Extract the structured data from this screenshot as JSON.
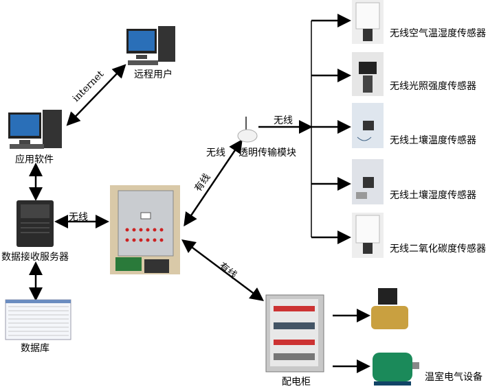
{
  "nodes": {
    "remote_user": "远程用户",
    "app_software": "应用软件",
    "data_server": "数据接收服务器",
    "database": "数据库",
    "wireless_module_prefix": "无线",
    "wireless_module": "透明传输模块",
    "distribution_cabinet": "配电柜",
    "greenhouse_equipment": "温室电气设备"
  },
  "links": {
    "internet": "internet",
    "server_cabinet": "无线",
    "cabinet_module": "有线",
    "module_sensors": "无线",
    "cabinet_distribution": "有线"
  },
  "sensors": [
    "无线空气温湿度传感器",
    "无线光照强度传感器",
    "无线土壤温度传感器",
    "无线土壤湿度传感器",
    "无线二氧化碳度传感器"
  ]
}
